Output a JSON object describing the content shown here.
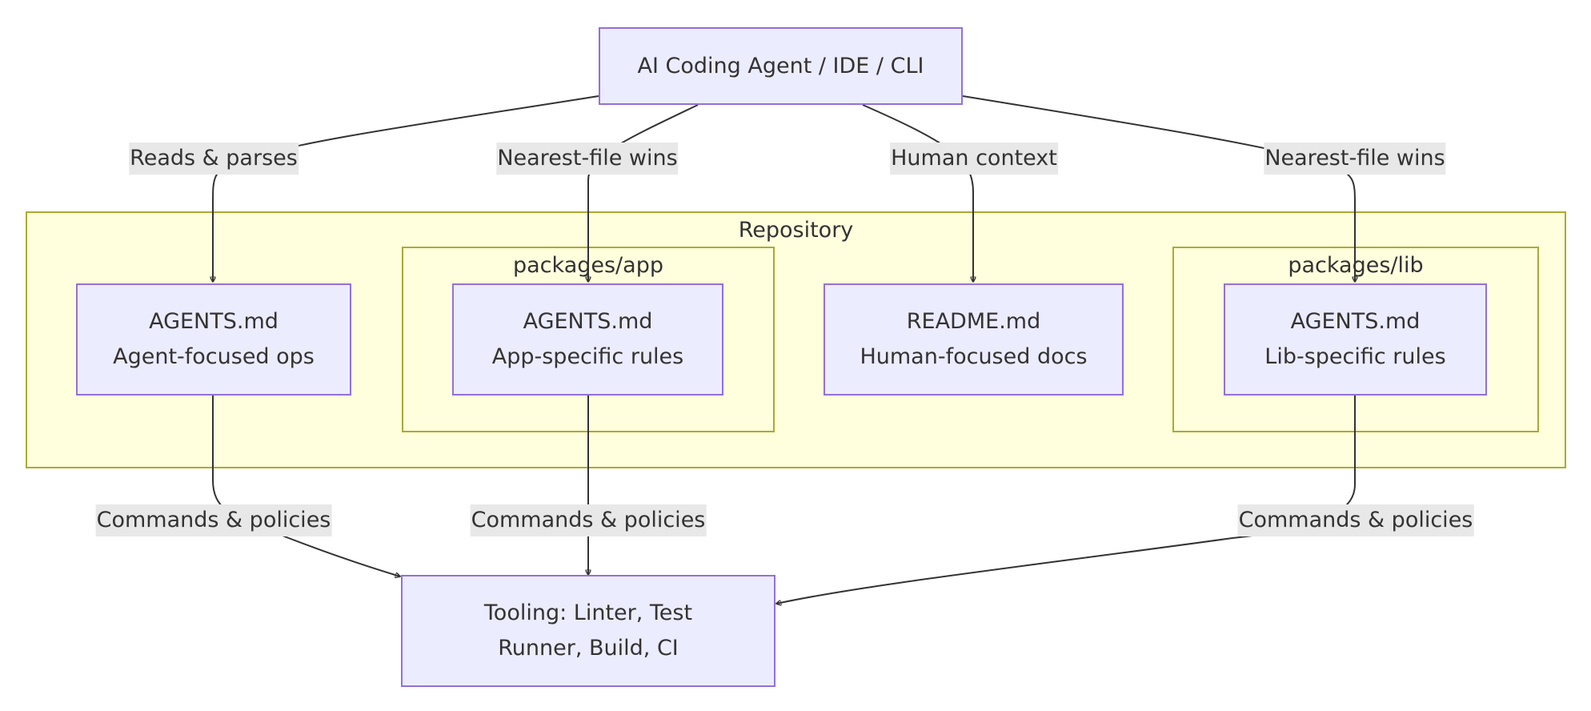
{
  "diagram": {
    "top_node": {
      "label": "AI Coding Agent / IDE / CLI"
    },
    "clusters": {
      "repository": {
        "title": "Repository"
      },
      "packages_app": {
        "title": "packages/app"
      },
      "packages_lib": {
        "title": "packages/lib"
      }
    },
    "nodes": {
      "root_agents": {
        "line1": "AGENTS.md",
        "line2": "Agent-focused ops"
      },
      "app_agents": {
        "line1": "AGENTS.md",
        "line2": "App-specific rules"
      },
      "readme": {
        "line1": "README.md",
        "line2": "Human-focused docs"
      },
      "lib_agents": {
        "line1": "AGENTS.md",
        "line2": "Lib-specific rules"
      },
      "tooling": {
        "line1": "Tooling: Linter, Test",
        "line2": "Runner, Build, CI"
      }
    },
    "edge_labels": {
      "reads_parses": "Reads & parses",
      "nearest_app": "Nearest-file wins",
      "human_context": "Human context",
      "nearest_lib": "Nearest-file wins",
      "commands_root": "Commands & policies",
      "commands_app": "Commands & policies",
      "commands_lib": "Commands & policies"
    },
    "colors": {
      "node_fill": "#ececff",
      "node_stroke": "#9370db",
      "cluster_fill": "#ffffde",
      "cluster_stroke": "#aaaa33",
      "edge": "#333333",
      "label_bg": "#e8e8e8"
    }
  }
}
